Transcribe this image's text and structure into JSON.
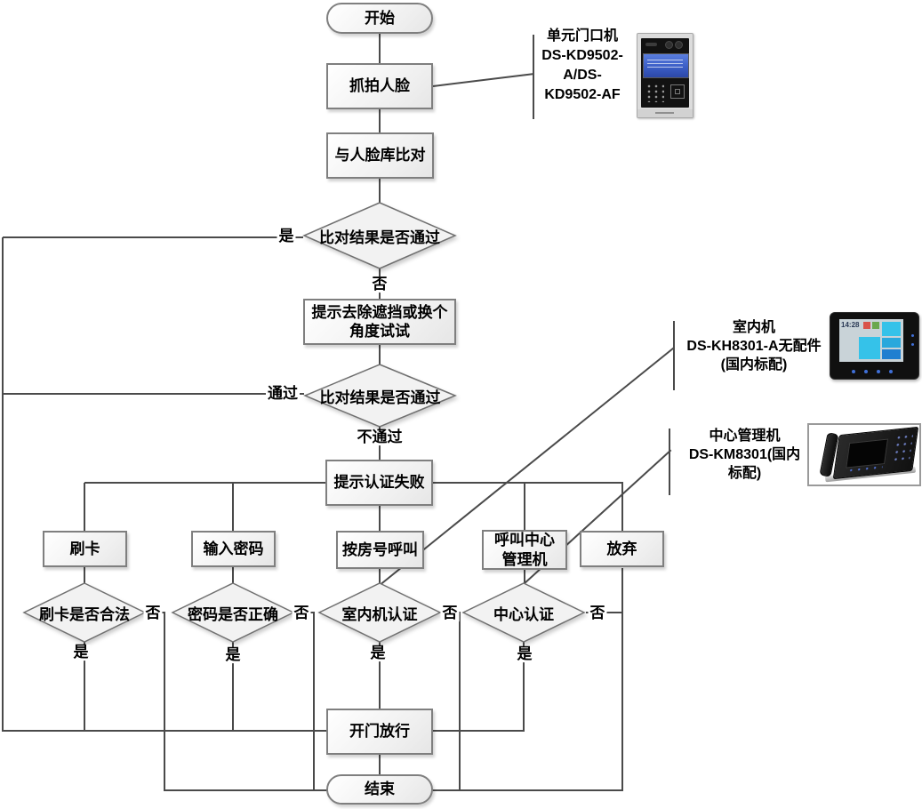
{
  "flowchart": {
    "nodes": {
      "start": "开始",
      "capture_face": "抓拍人脸",
      "compare_face_db": "与人脸库比对",
      "compare_result_1": "比对结果是否通过",
      "prompt_remove_occlusion": "提示去除遮挡或换个角度试试",
      "compare_result_2": "比对结果是否通过",
      "prompt_auth_failed": "提示认证失败",
      "swipe_card": "刷卡",
      "enter_password": "输入密码",
      "call_room": "按房号呼叫",
      "call_center_station": "呼叫中心管理机",
      "give_up": "放弃",
      "card_valid": "刷卡是否合法",
      "password_correct": "密码是否正确",
      "indoor_auth": "室内机认证",
      "center_auth": "中心认证",
      "open_door": "开门放行",
      "end": "结束"
    },
    "edge_labels": {
      "yes": "是",
      "no": "否",
      "pass": "通过",
      "no_pass": "不通过"
    }
  },
  "annotations": {
    "door_station": {
      "lines": [
        "单元门口机",
        "DS-KD9502-",
        "A/DS-",
        "KD9502-AF"
      ]
    },
    "indoor_station": {
      "lines": [
        "室内机",
        "DS-KH8301-A无配件",
        "(国内标配)"
      ]
    },
    "center_station": {
      "lines": [
        "中心管理机",
        "DS-KM8301(国内",
        "标配)"
      ]
    }
  },
  "devices": {
    "indoor_station_screen_time": "14:28"
  },
  "colors": {
    "line": "#4a4a4a",
    "node_border": "#7f7f7f",
    "door_screen_blue": "#3b5ec6",
    "tile_cyan": "#35c2e9",
    "tile_blue": "#1f7fd0",
    "tile_red": "#d9534a",
    "tile_green": "#6aa84f"
  }
}
